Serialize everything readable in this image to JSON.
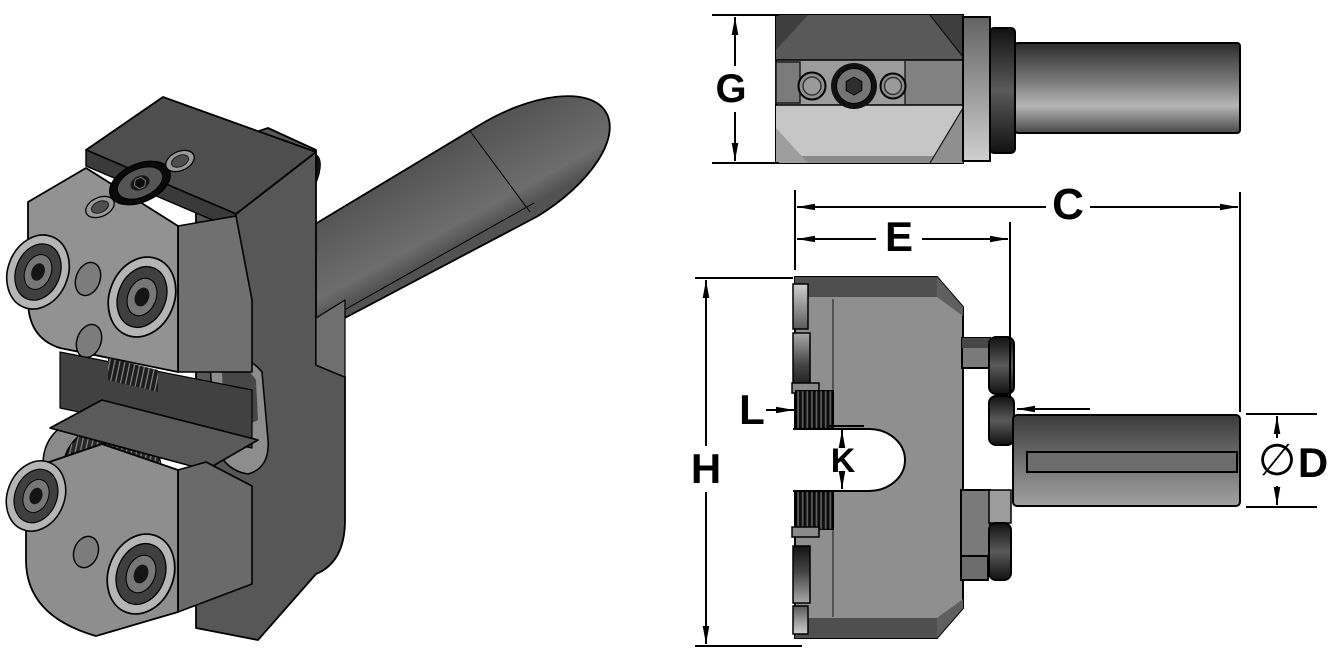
{
  "background": "#ffffff",
  "line_color": "#000000",
  "dimensions": {
    "G": "G",
    "C": "C",
    "E": "E",
    "H": "H",
    "L": "L",
    "K": "K",
    "D": "D",
    "diameter_symbol": "∅"
  },
  "views": {
    "isometric": "isometric-3d-view",
    "top": "top-view",
    "front": "front-side-view"
  },
  "colors": {
    "body_mid_gray": "#8f8f8f",
    "body_light_gray": "#c6c6c6",
    "band_dark_gray": "#4f4f4f",
    "knurl_black": "#0d0d0d",
    "shank_dark": "#3a3a3a",
    "shank_highlight": "#b6b6b6",
    "iso_block_gray": "#575757",
    "iso_face_gray": "#929292"
  }
}
